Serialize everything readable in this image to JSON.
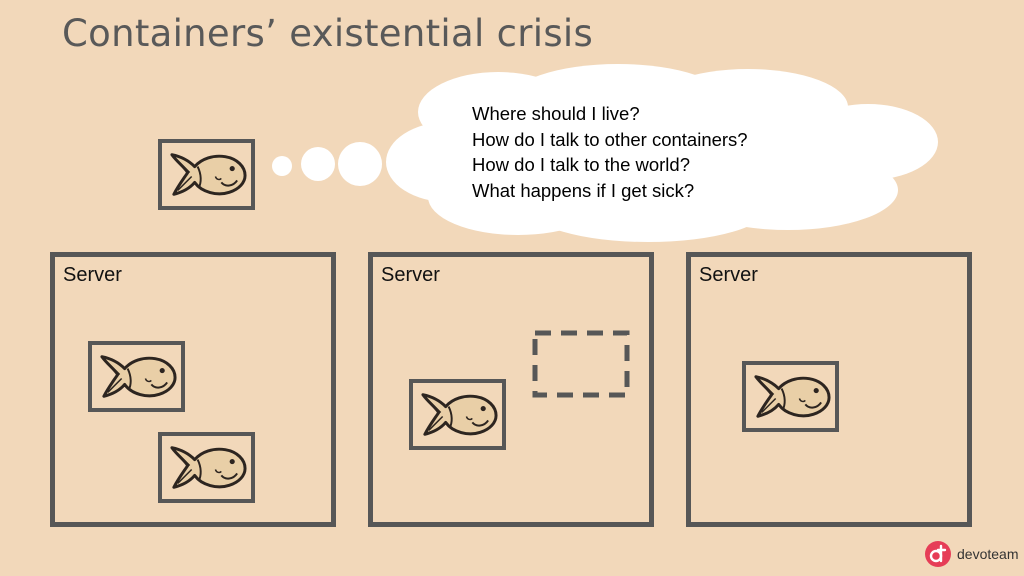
{
  "slide": {
    "title": "Containers’ existential crisis"
  },
  "thought_bubble": {
    "lines": [
      "Where should I live?",
      "How do I talk to other containers?",
      "How do I talk to the world?",
      "What happens if I get sick?"
    ]
  },
  "servers": [
    {
      "label": "Server",
      "containers": 2
    },
    {
      "label": "Server",
      "containers": 1,
      "empty_slots": 1
    },
    {
      "label": "Server",
      "containers": 1
    }
  ],
  "logo": {
    "text": "devoteam",
    "accent_color": "#e63d57"
  },
  "colors": {
    "background": "#f2d8ba",
    "border": "#575757",
    "title": "#595959"
  }
}
